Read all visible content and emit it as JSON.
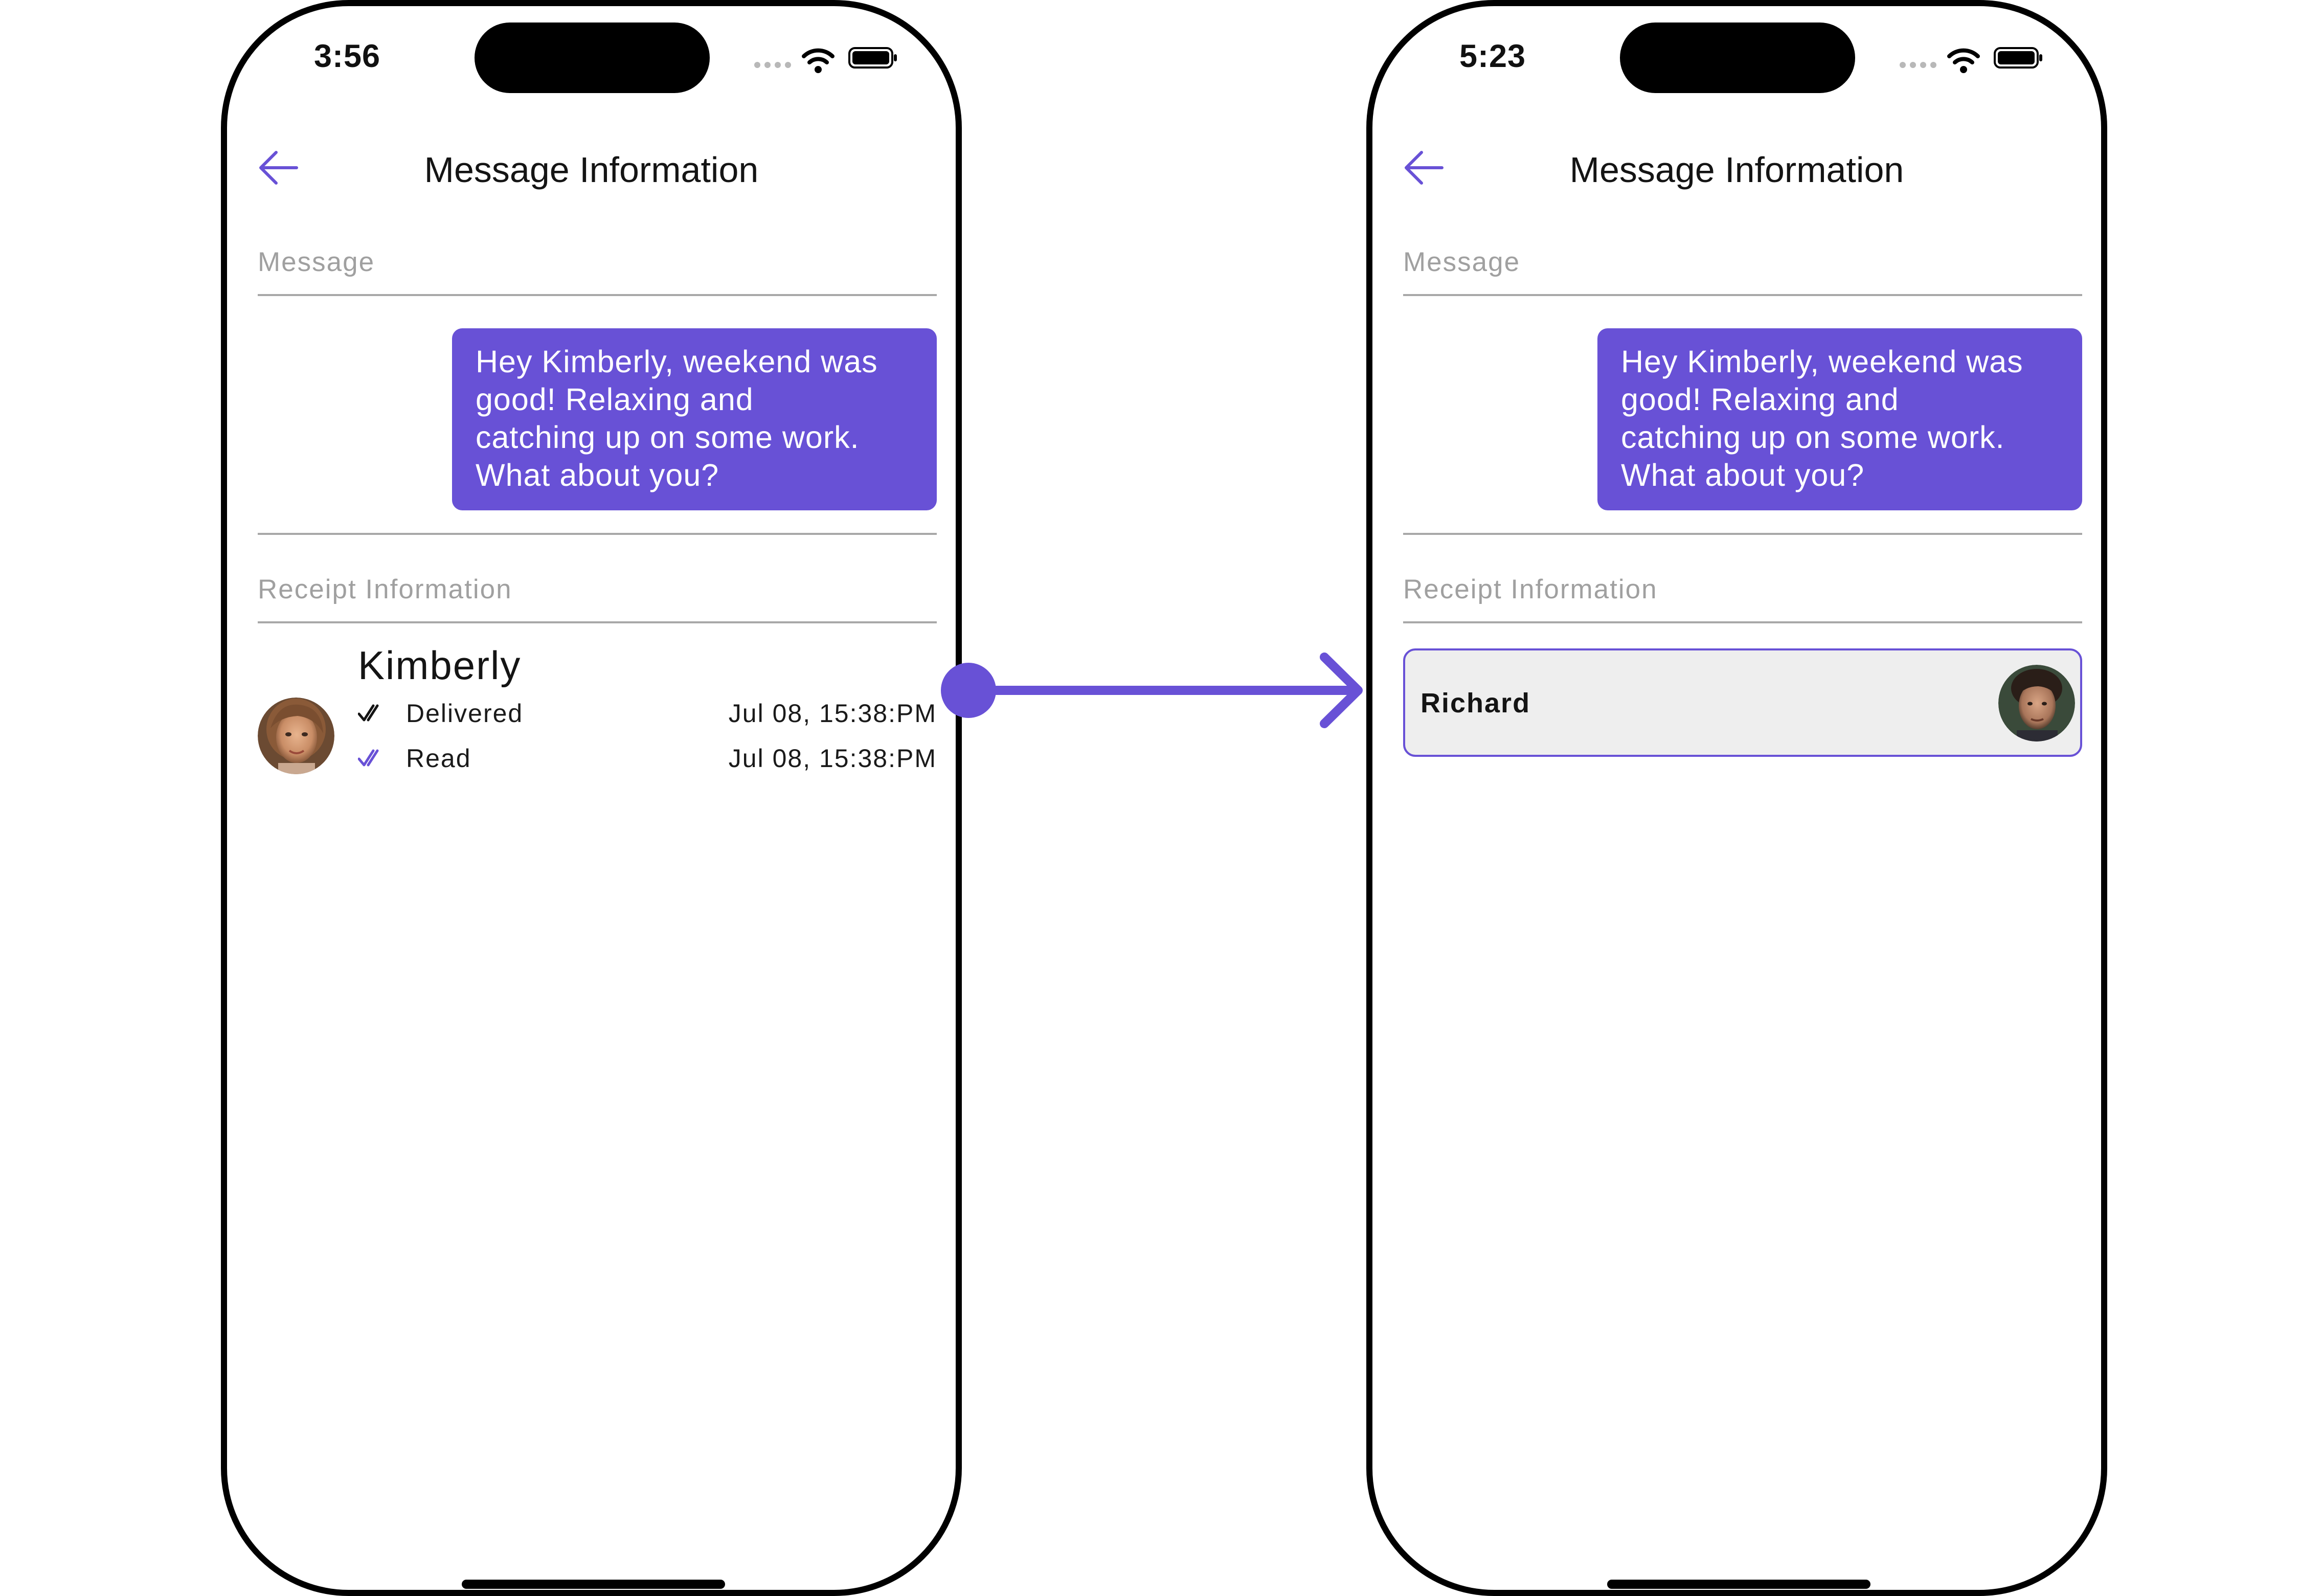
{
  "colors": {
    "accent": "#6851d6",
    "divider": "#a8a8a8",
    "muted_text": "#a0a0a0",
    "card_bg": "#eeeeee"
  },
  "left_screen": {
    "status_bar": {
      "time": "3:56",
      "icons": [
        "cellular-icon",
        "wifi-icon",
        "battery-icon"
      ]
    },
    "header": {
      "title": "Message Information",
      "back_icon": "arrow-left-icon"
    },
    "message_section_label": "Message",
    "message_bubble": {
      "lines": [
        "Hey Kimberly, weekend was",
        "good!  Relaxing and",
        "catching up on some work.",
        "What about you?"
      ]
    },
    "receipt_section_label": "Receipt Information",
    "receipt": {
      "name": "Kimberly",
      "avatar": "kimberly-avatar",
      "statuses": [
        {
          "label": "Delivered",
          "time": "Jul 08, 15:38:PM",
          "icon": "double-check-icon",
          "icon_color": "#141414"
        },
        {
          "label": "Read",
          "time": "Jul 08, 15:38:PM",
          "icon": "double-check-icon",
          "icon_color": "#6851d6"
        }
      ]
    }
  },
  "right_screen": {
    "status_bar": {
      "time": "5:23",
      "icons": [
        "cellular-icon",
        "wifi-icon",
        "battery-icon"
      ]
    },
    "header": {
      "title": "Message Information",
      "back_icon": "arrow-left-icon"
    },
    "message_section_label": "Message",
    "message_bubble": {
      "lines": [
        "Hey Kimberly, weekend was",
        "good!  Relaxing and",
        "catching up on some work.",
        "What about you?"
      ]
    },
    "receipt_section_label": "Receipt Information",
    "receipt": {
      "name": "Richard",
      "avatar": "richard-avatar"
    }
  },
  "connector": {
    "icon": "arrow-right-icon",
    "color": "#6851d6"
  }
}
